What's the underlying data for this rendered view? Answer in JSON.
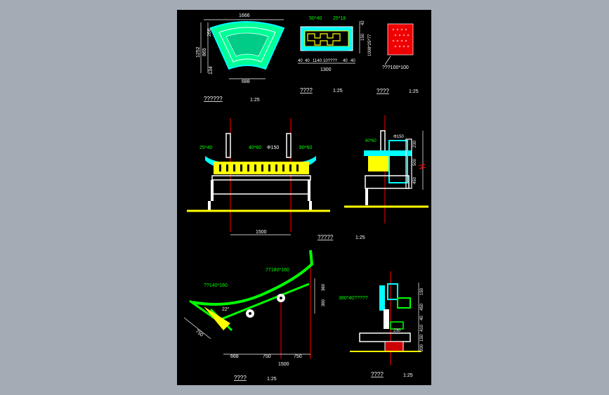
{
  "drawing": {
    "top_left": {
      "dims": [
        "1666",
        "1252",
        "865",
        "266",
        "134",
        "688"
      ],
      "caption": "??????",
      "scale": "1:25"
    },
    "top_mid": {
      "dims_top": [
        "50*40",
        "25*18"
      ],
      "dims_right": [
        "42",
        "150",
        "1008*25*77"
      ],
      "dims_bottom": [
        "40",
        "40",
        "1140",
        "10????",
        "40",
        "40"
      ],
      "width": "1300",
      "caption": "????",
      "scale": "1:25"
    },
    "top_right": {
      "note": "???100*100",
      "caption": "????",
      "scale": "1:25"
    },
    "mid_left": {
      "labels": [
        "25*40",
        "40*60",
        "Φ150",
        "80*60"
      ],
      "width": "1500",
      "caption": "?????",
      "scale": "1:25"
    },
    "mid_right": {
      "labels": [
        "80*60",
        "Φ150"
      ],
      "dims": [
        "230",
        "500",
        "450"
      ]
    },
    "bottom_left": {
      "labels": [
        "??140*160",
        "77180*160"
      ],
      "angle": "22°",
      "slant_dim": "750",
      "dims_right": [
        "360",
        "360"
      ],
      "dims_bottom": [
        "668",
        "750",
        "750"
      ],
      "total": "1500",
      "caption": "????",
      "scale": "1:25"
    },
    "bottom_right": {
      "label": "380*40?????",
      "dims": [
        "150",
        "450",
        "40",
        "410",
        "150",
        "200"
      ],
      "inner": "230",
      "caption": "????",
      "scale": "1:25"
    }
  }
}
